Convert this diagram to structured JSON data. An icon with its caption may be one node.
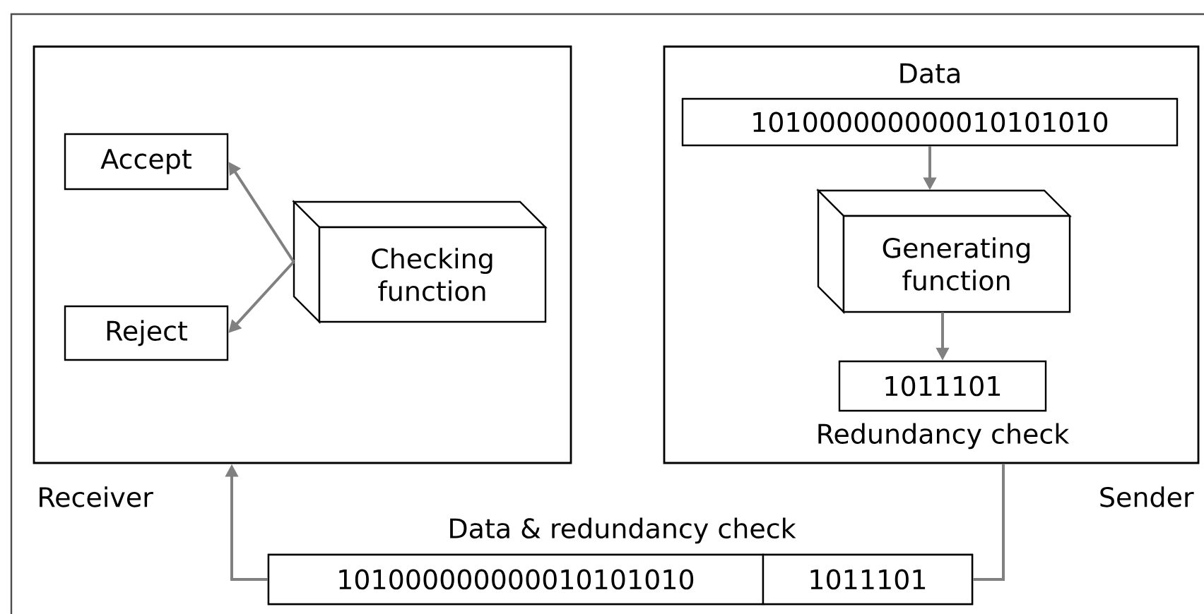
{
  "diagram": {
    "nodes": [
      {
        "text": [
          "Receiver"
        ]
      },
      {
        "text": [
          "Accept"
        ],
        "in": 0
      },
      {
        "text": [
          "Reject"
        ],
        "in": 0
      },
      {
        "text": [
          "Checking function"
        ],
        "in": 0
      },
      {
        "text": [
          "Sender"
        ]
      },
      {
        "text": [
          "Data",
          "101000000000010101010"
        ],
        "in": 4
      },
      {
        "text": [
          "Generating function"
        ],
        "in": 4
      },
      {
        "text": [
          "1011101",
          "Redundancy check"
        ],
        "in": 4
      },
      {
        "text": [
          "Data & redundancy check"
        ]
      },
      {
        "text": [
          "101000000000010101010"
        ],
        "in": 8
      },
      {
        "text": [
          "1011101"
        ],
        "in": 8
      }
    ],
    "edges": [
      {
        "from": 3,
        "to": 1,
        "arrow": "to"
      },
      {
        "from": 3,
        "to": 2,
        "arrow": "to"
      },
      {
        "from": 5,
        "to": 6,
        "arrow": "to"
      },
      {
        "from": 6,
        "to": 7,
        "arrow": "to"
      },
      {
        "from": 4,
        "to": 8,
        "arrow": "none"
      },
      {
        "from": 8,
        "to": 0,
        "arrow": "to"
      }
    ]
  }
}
